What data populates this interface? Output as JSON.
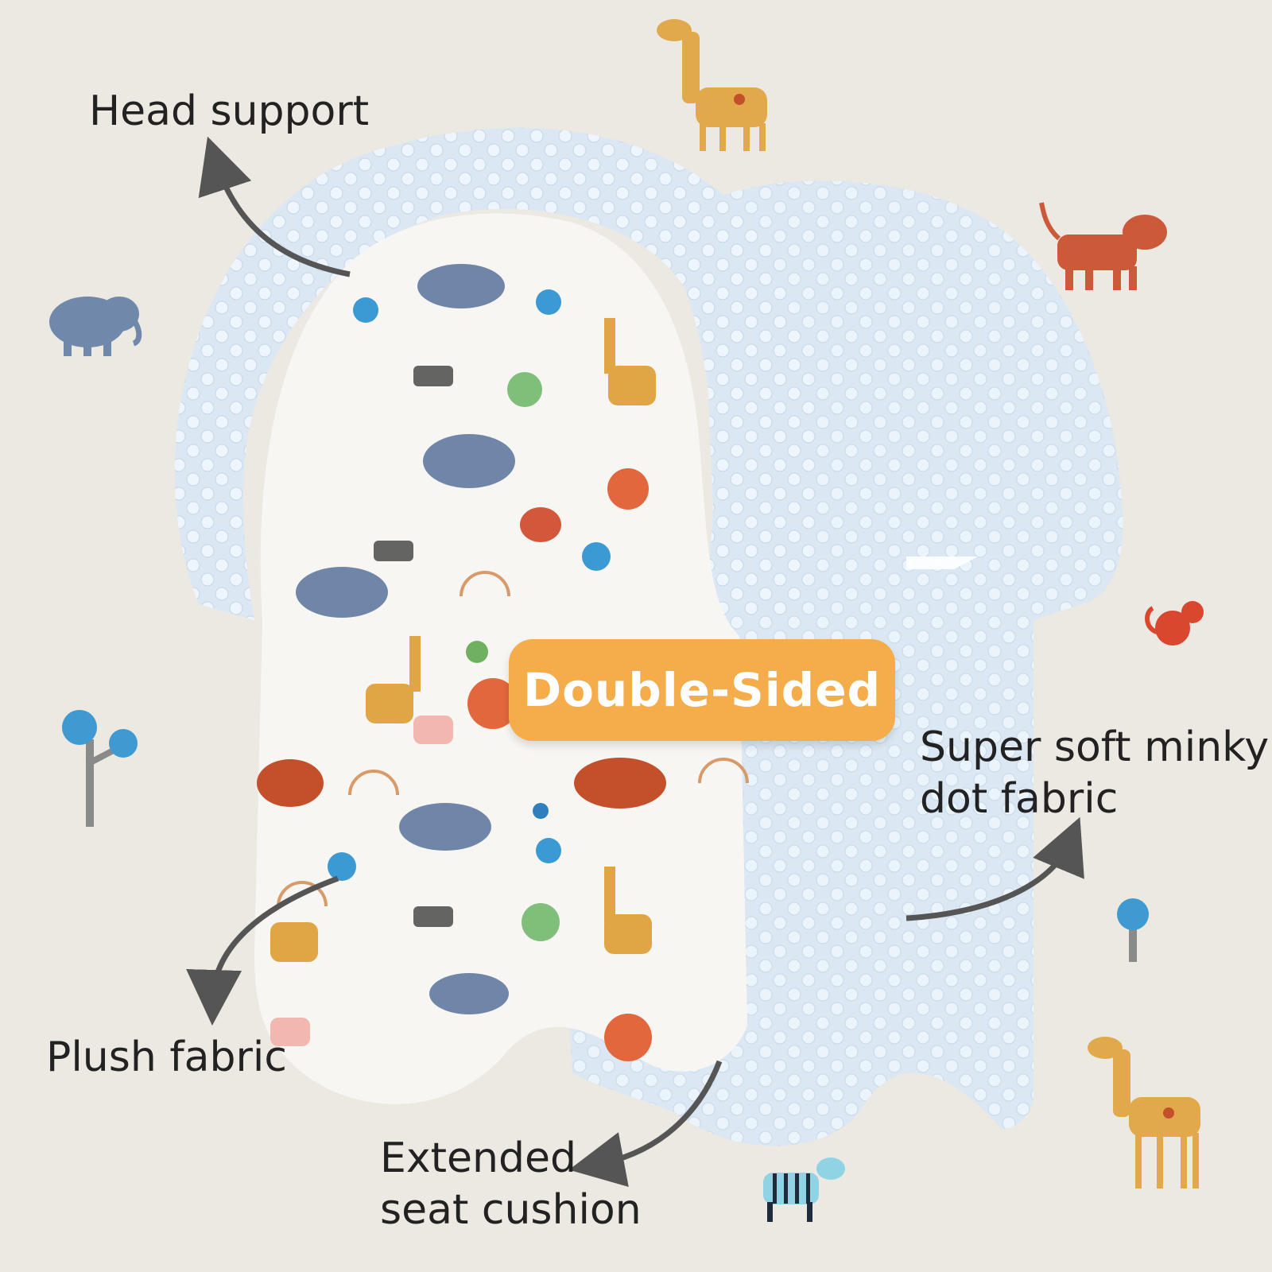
{
  "callouts": {
    "head_support": "Head support",
    "minky_line1": "Super soft minky",
    "minky_line2": "dot fabric",
    "plush_fabric": "Plush fabric",
    "seat_line1": "Extended",
    "seat_line2": "seat cushion"
  },
  "badge": {
    "label": "Double-Sided"
  },
  "colors": {
    "background": "#ece9e3",
    "minky_blue": "#dbe8f4",
    "print_fabric": "#f8f6f2",
    "badge_orange": "#f4ad4a",
    "arrow": "#555555",
    "text": "#222222"
  },
  "icons": {
    "decorations": [
      "giraffe-icon",
      "leopard-icon",
      "elephant-icon",
      "monkey-icon",
      "tree-icon",
      "zebra-icon"
    ],
    "arrows": [
      "curved-arrow-icon"
    ]
  }
}
